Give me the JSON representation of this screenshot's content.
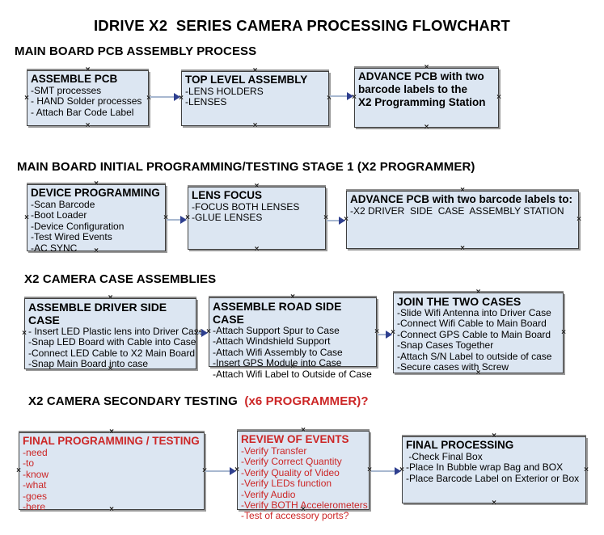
{
  "page_title": "IDRIVE X2  SERIES CAMERA PROCESSING FLOWCHART",
  "colors": {
    "box_fill": "#dce6f2",
    "box_border": "#3f3f3f",
    "arrow_line": "#a8b8d0",
    "arrow_head": "#2e3f8f",
    "red_text": "#cc2626"
  },
  "connector_marker": "×",
  "sections": [
    {
      "heading": "MAIN BOARD PCB ASSEMBLY PROCESS",
      "boxes": [
        {
          "title": "ASSEMBLE PCB",
          "lines": [
            "-SMT processes",
            "- HAND Solder processes",
            "- Attach Bar Code Label"
          ]
        },
        {
          "title": "TOP LEVEL ASSEMBLY",
          "lines": [
            "-LENS HOLDERS",
            "-LENSES"
          ]
        },
        {
          "title": "ADVANCE PCB with two\nbarcode labels to the\n X2 Programming Station",
          "lines": []
        }
      ]
    },
    {
      "heading": "MAIN BOARD INITIAL PROGRAMMING/TESTING STAGE 1 (X2 PROGRAMMER)",
      "boxes": [
        {
          "title": "DEVICE PROGRAMMING",
          "lines": [
            "-Scan Barcode",
            "-Boot Loader",
            "-Device Configuration",
            "-Test Wired Events",
            "-AC SYNC"
          ]
        },
        {
          "title": "LENS FOCUS",
          "lines": [
            "-FOCUS BOTH LENSES",
            "-GLUE LENSES"
          ]
        },
        {
          "title": "ADVANCE PCB with two barcode labels to:",
          "lines": [
            "-X2 DRIVER  SIDE  CASE  ASSEMBLY STATION"
          ]
        }
      ]
    },
    {
      "heading": "X2 CAMERA CASE ASSEMBLIES",
      "boxes": [
        {
          "title": "ASSEMBLE DRIVER SIDE CASE",
          "lines": [
            "- Insert LED Plastic lens into Driver Case",
            "-Snap LED Board with Cable into Case",
            "-Connect LED Cable to X2 Main Board",
            "-Snap Main Board into case"
          ]
        },
        {
          "title": "ASSEMBLE ROAD SIDE CASE",
          "lines": [
            "-Attach Support Spur to Case",
            "-Attach Windshield Support",
            "-Attach Wifi Assembly to Case",
            "-Insert GPS Module into Case",
            "-Attach Wifi Label to Outside of Case"
          ]
        },
        {
          "title": "JOIN THE TWO CASES",
          "lines": [
            "-Slide Wifi Antenna into Driver Case",
            "-Connect Wifi Cable to Main Board",
            "-Connect GPS Cable to Main Board",
            "-Snap Cases Together",
            "-Attach S/N Label to outside of case",
            "-Secure cases with Screw"
          ]
        }
      ]
    },
    {
      "heading": "X2 CAMERA SECONDARY TESTING  ",
      "heading_red": "(x6 PROGRAMMER)?",
      "boxes": [
        {
          "title": "FINAL PROGRAMMING / TESTING",
          "lines": [
            "-need",
            "-to",
            "-know",
            "-what",
            "-goes",
            "-here"
          ],
          "text_color": "red"
        },
        {
          "title": "REVIEW OF EVENTS",
          "lines": [
            "-Verify Transfer",
            "-Verify Correct Quantity",
            "-Verify Quality of Video",
            "-Verify LEDs function",
            "-Verify Audio",
            "-Verify BOTH Accelerometers",
            "-Test of accessory ports?"
          ],
          "text_color": "red"
        },
        {
          "title": "FINAL PROCESSING",
          "lines": [
            " -Check Final Box",
            "-Place In Bubble wrap Bag and BOX",
            "-Place Barcode Label on Exterior or Box"
          ],
          "text_color": "black"
        }
      ]
    }
  ],
  "connections": [
    {
      "from": "assemble-pcb",
      "to": "top-level-assembly"
    },
    {
      "from": "top-level-assembly",
      "to": "advance-pcb-programming-station"
    },
    {
      "from": "device-programming",
      "to": "lens-focus"
    },
    {
      "from": "lens-focus",
      "to": "advance-pcb-driver-side"
    },
    {
      "from": "assemble-driver-side-case",
      "to": "assemble-road-side-case"
    },
    {
      "from": "assemble-road-side-case",
      "to": "join-the-two-cases"
    },
    {
      "from": "final-programming-testing",
      "to": "review-of-events"
    },
    {
      "from": "review-of-events",
      "to": "final-processing"
    }
  ]
}
